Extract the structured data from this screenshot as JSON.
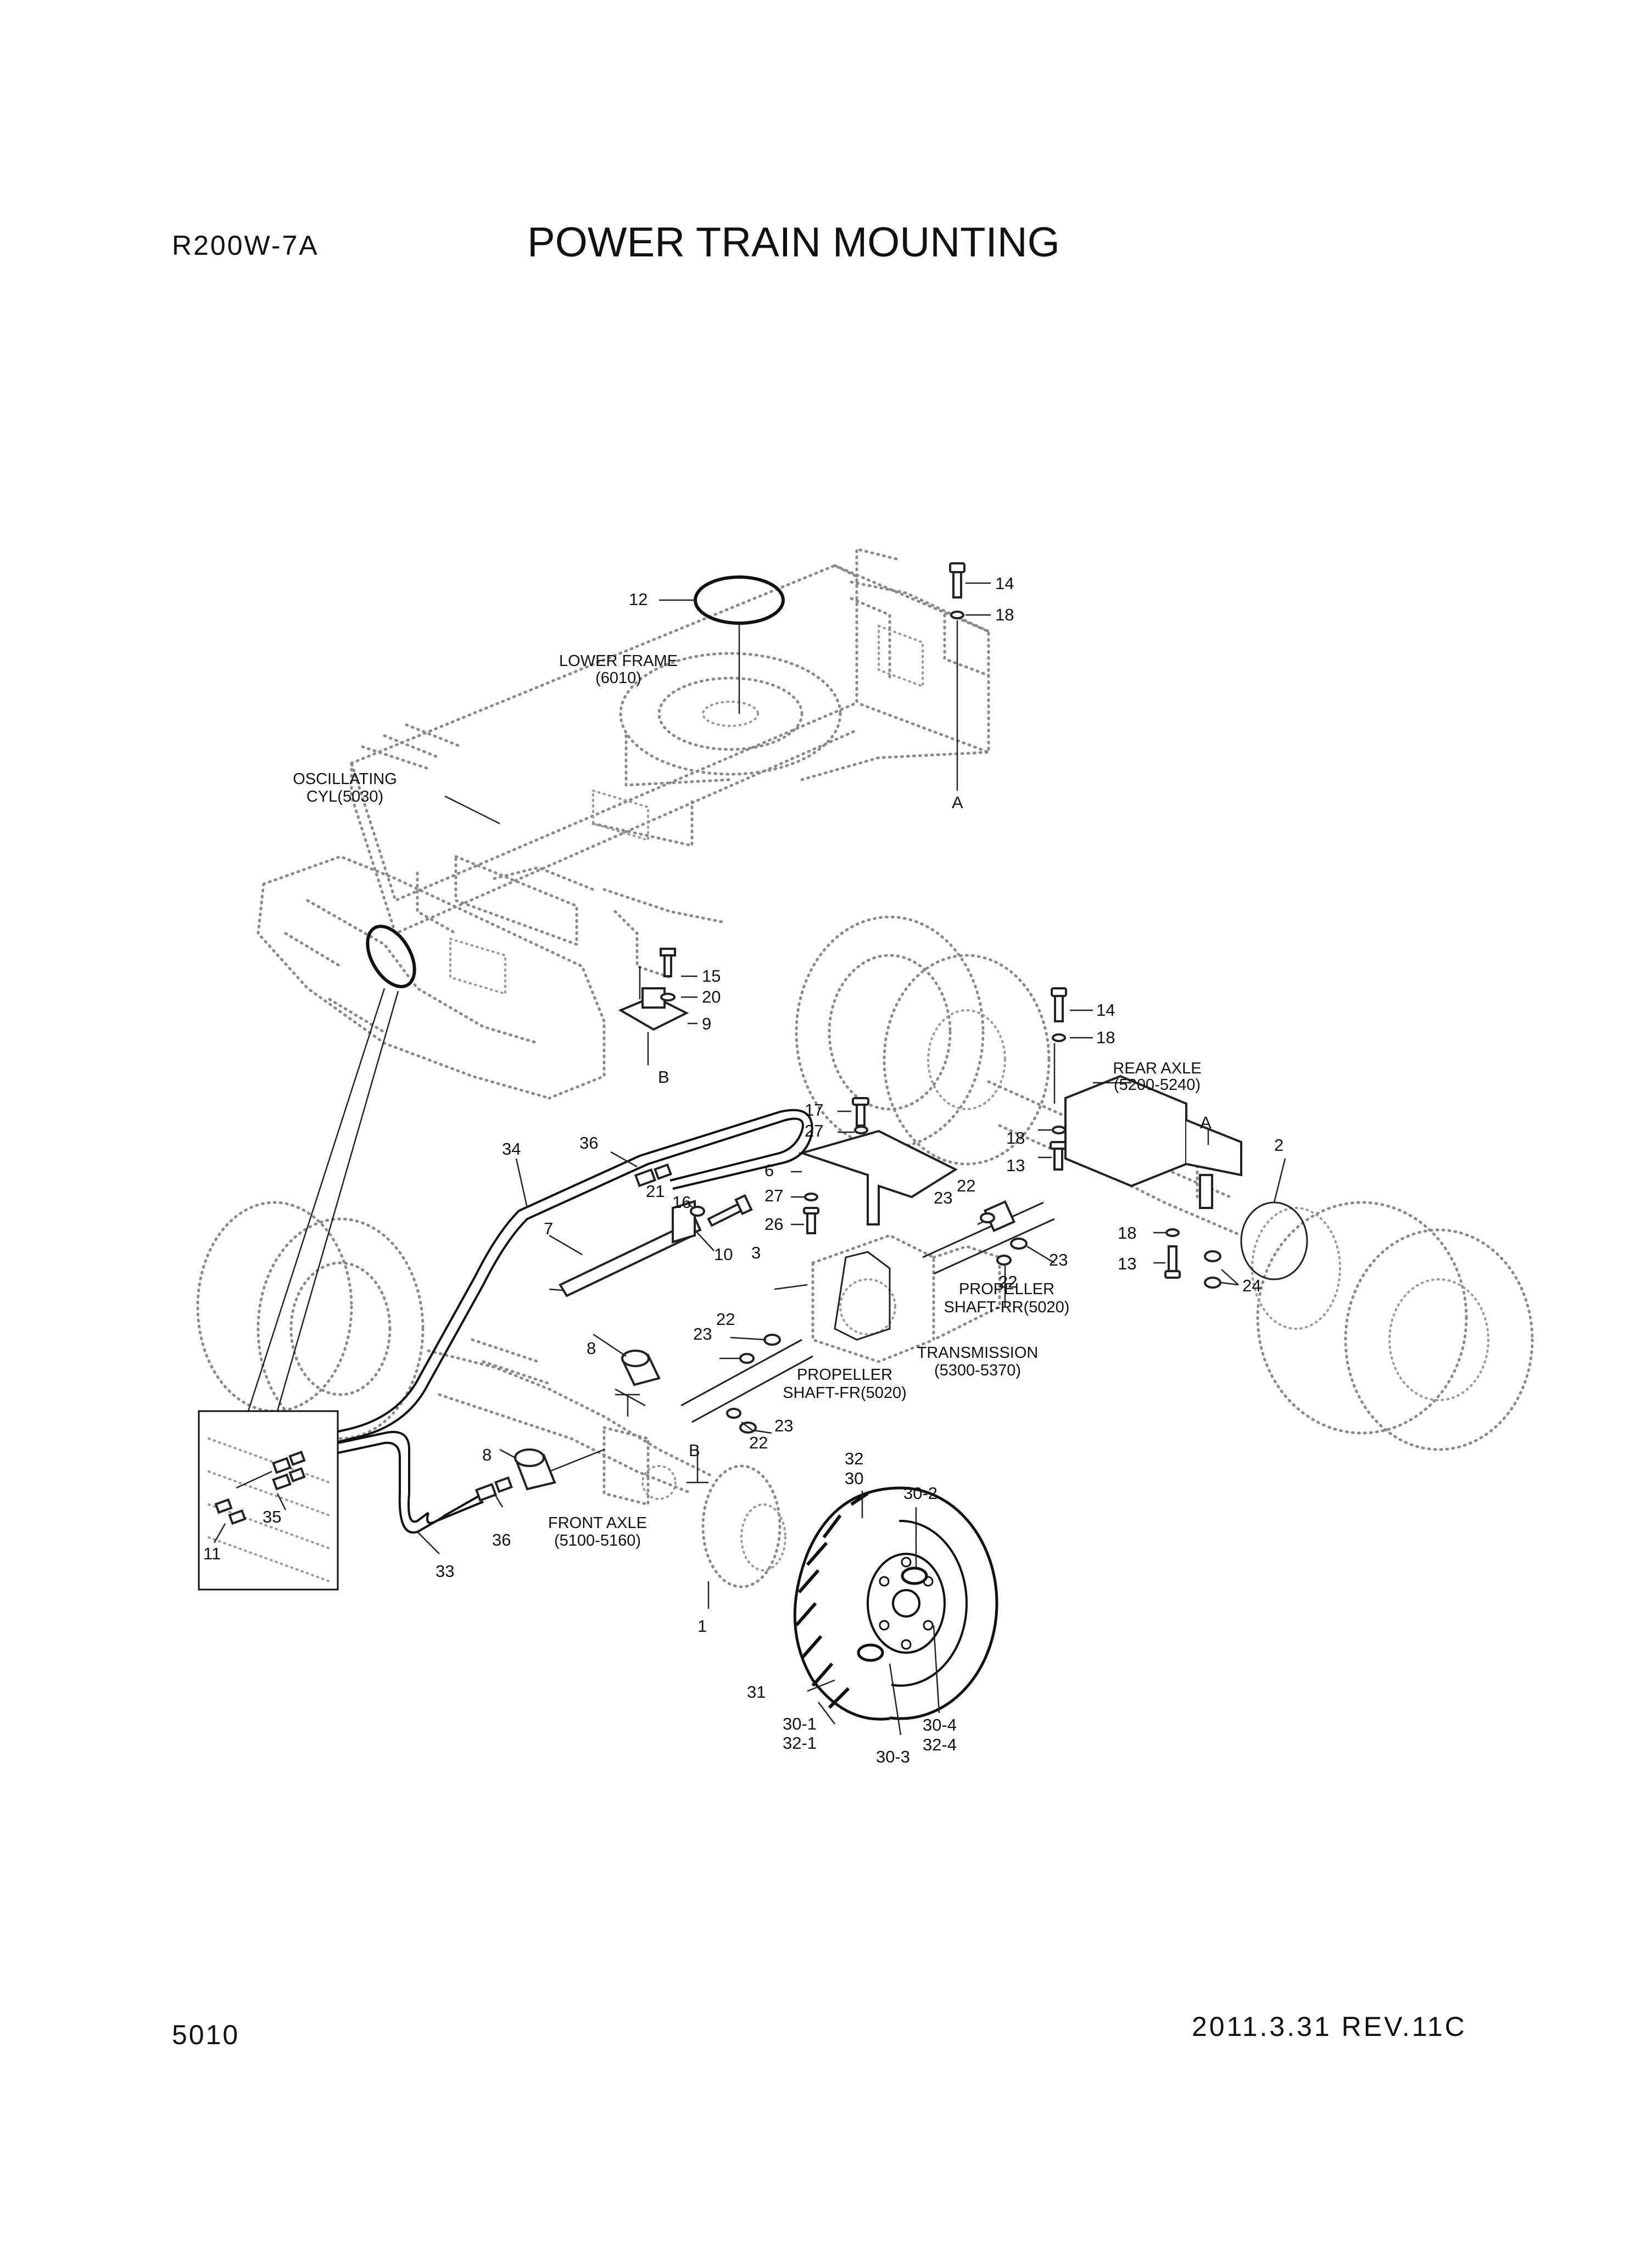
{
  "header": {
    "model": "R200W-7A",
    "title": "POWER TRAIN MOUNTING"
  },
  "footer": {
    "page_number": "5010",
    "revision": "2011.3.31 REV.11C"
  },
  "callouts": {
    "n1": "1",
    "n2": "2",
    "n3": "3",
    "n6": "6",
    "n7": "7",
    "n8a": "8",
    "n8b": "8",
    "n9": "9",
    "n10": "10",
    "n11": "11",
    "n12": "12",
    "n13a": "13",
    "n13b": "13",
    "n14a": "14",
    "n14b": "14",
    "n15": "15",
    "n16": "16",
    "n17": "17",
    "n18a": "18",
    "n18b": "18",
    "n18c": "18",
    "n18d": "18",
    "n20": "20",
    "n21": "21",
    "n22a": "22",
    "n22b": "22",
    "n22c": "22",
    "n22d": "22",
    "n23a": "23",
    "n23b": "23",
    "n23c": "23",
    "n23d": "23",
    "n24": "24",
    "n26": "26",
    "n27a": "27",
    "n27b": "27",
    "n30": "30",
    "n30_1": "30-1",
    "n30_2": "30-2",
    "n30_3": "30-3",
    "n30_4": "30-4",
    "n31": "31",
    "n32": "32",
    "n32_1": "32-1",
    "n32_4": "32-4",
    "n33": "33",
    "n34": "34",
    "n35": "35",
    "n36a": "36",
    "n36b": "36",
    "refA1": "A",
    "refA2": "A",
    "refB1": "B",
    "refB2": "B"
  },
  "assembly_labels": {
    "lower_frame": "LOWER FRAME",
    "lower_frame_ref": "(6010)",
    "oscillating_cyl_1": "OSCILLATING",
    "oscillating_cyl_2": "CYL(5030)",
    "rear_axle": "REAR AXLE",
    "rear_axle_ref": "(5200-5240)",
    "prop_rr_1": "PROPELLER",
    "prop_rr_2": "SHAFT-RR(5020)",
    "transmission": "TRANSMISSION",
    "transmission_ref": "(5300-5370)",
    "prop_fr_1": "PROPELLER",
    "prop_fr_2": "SHAFT-FR(5020)",
    "front_axle": "FRONT AXLE",
    "front_axle_ref": "(5100-5160)"
  }
}
